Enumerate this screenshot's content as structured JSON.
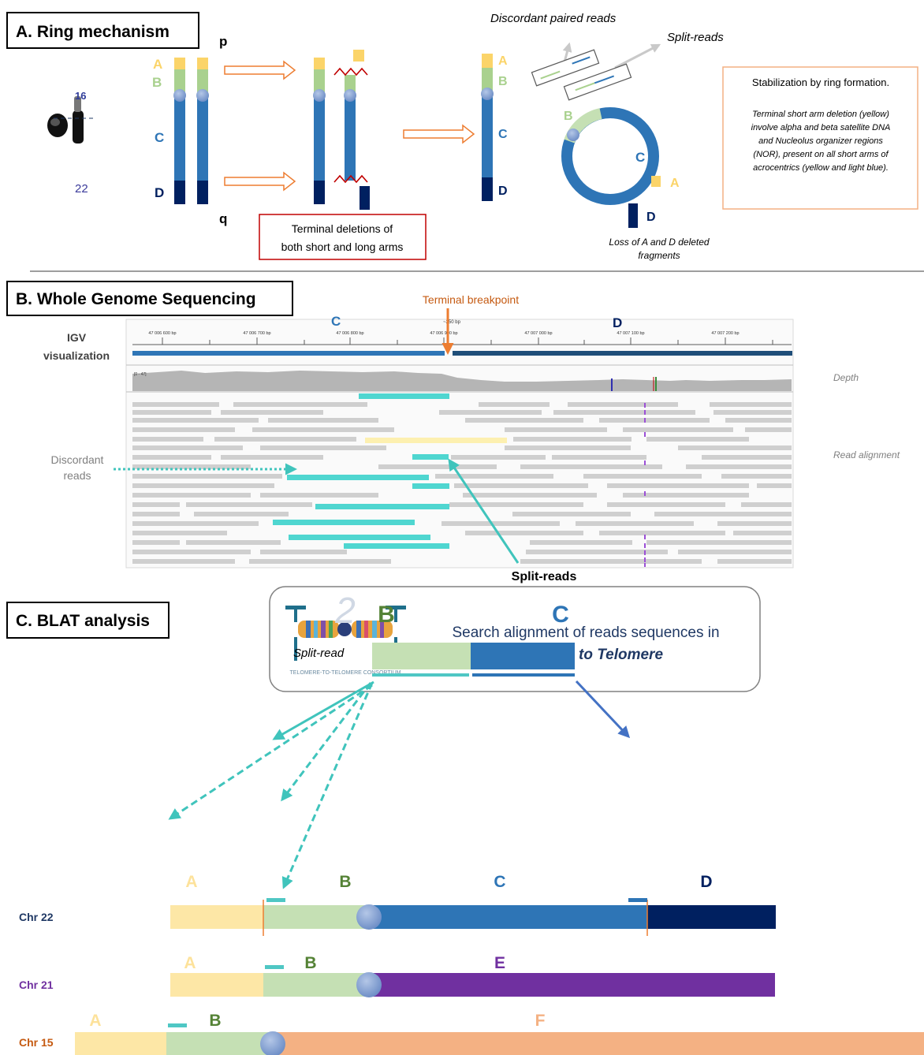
{
  "sectionA": {
    "title": "A. Ring mechanism",
    "chr_label_16": "16",
    "chr_label_22": "22",
    "arm_p": "p",
    "arm_q": "q",
    "seg_A": "A",
    "seg_B": "B",
    "seg_C": "C",
    "seg_D": "D",
    "terminal_box_line1": "Terminal deletions of",
    "terminal_box_line2": "both short and long arms",
    "discordant_paired_reads": "Discordant paired reads",
    "split_reads": "Split-reads",
    "loss_line1": "Loss of A and D deleted",
    "loss_line2": "fragments",
    "stab_title": "Stabilization by ring formation.",
    "stab_line1": "Terminal short arm deletion (yellow)",
    "stab_line2": "involve alpha and beta satellite DNA",
    "stab_line3": "and Nucleolus organizer regions",
    "stab_line4": "(NOR), present on all short arms of",
    "stab_line5": "acrocentrics (yellow and light blue)."
  },
  "sectionB": {
    "title": "B. Whole Genome Sequencing",
    "igv_line1": "IGV",
    "igv_line2": "visualization",
    "terminal_breakpoint": "Terminal breakpoint",
    "seg_C": "C",
    "seg_D": "D",
    "ruler": [
      "47 006 600 bp",
      "47 006 700 bp",
      "47 006 800 bp",
      "47 006 900 bp",
      "47 007 000 bp",
      "47 007 100 bp",
      "47 007 200 bp"
    ],
    "ruler_scale": "~250 bp",
    "depth_range": "[0 - 47]",
    "depth_label": "Depth",
    "read_alignment_label": "Read alignment",
    "discordant_line1": "Discordant",
    "discordant_line2": "reads",
    "split_reads": "Split-reads"
  },
  "sectionC": {
    "title": "C. BLAT analysis",
    "search_line1": "Search alignment of reads sequences in",
    "search_line2": "Telomere to Telomere",
    "logo_text": "TELOMERE-TO-TELOMERE CONSORTIUM",
    "logo_mark": "2",
    "split_read": "Split-read",
    "seg_B": "B",
    "seg_C": "C",
    "chr22": {
      "label": "Chr 22",
      "segs": [
        "A",
        "B",
        "C",
        "D"
      ]
    },
    "chr21": {
      "label": "Chr 21",
      "segs": [
        "A",
        "B",
        "E"
      ]
    },
    "chr15": {
      "label": "Chr 15",
      "segs": [
        "A",
        "B",
        "F"
      ]
    }
  },
  "colors": {
    "yellow": "#fbd469",
    "light_yellow": "#fde7a6",
    "light_green": "#c5e0b4",
    "green": "#548235",
    "blue": "#2e75b6",
    "dark_blue": "#002060",
    "purple": "#7030a0",
    "salmon": "#f4b183",
    "orange": "#ed7d31",
    "cyan": "#4ecdc4",
    "gray": "#bfbfbf"
  }
}
